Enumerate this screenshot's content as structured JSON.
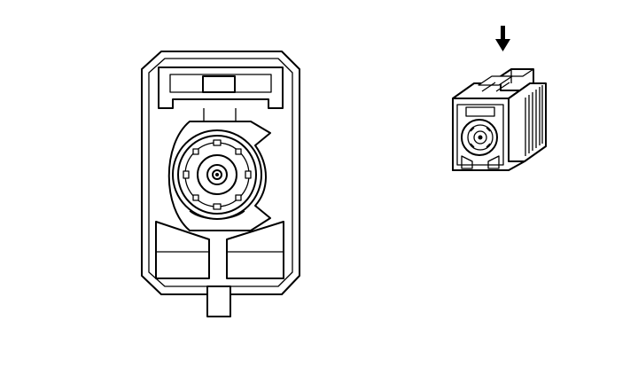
{
  "diagram": {
    "background": "#ffffff",
    "line_color": "#000000",
    "views": [
      {
        "id": "front-view",
        "description_icon": "connector-front-icon"
      },
      {
        "id": "iso-view",
        "description_icon": "connector-isometric-icon"
      }
    ],
    "indicator": {
      "icon": "down-arrow-icon",
      "direction": "down"
    }
  }
}
